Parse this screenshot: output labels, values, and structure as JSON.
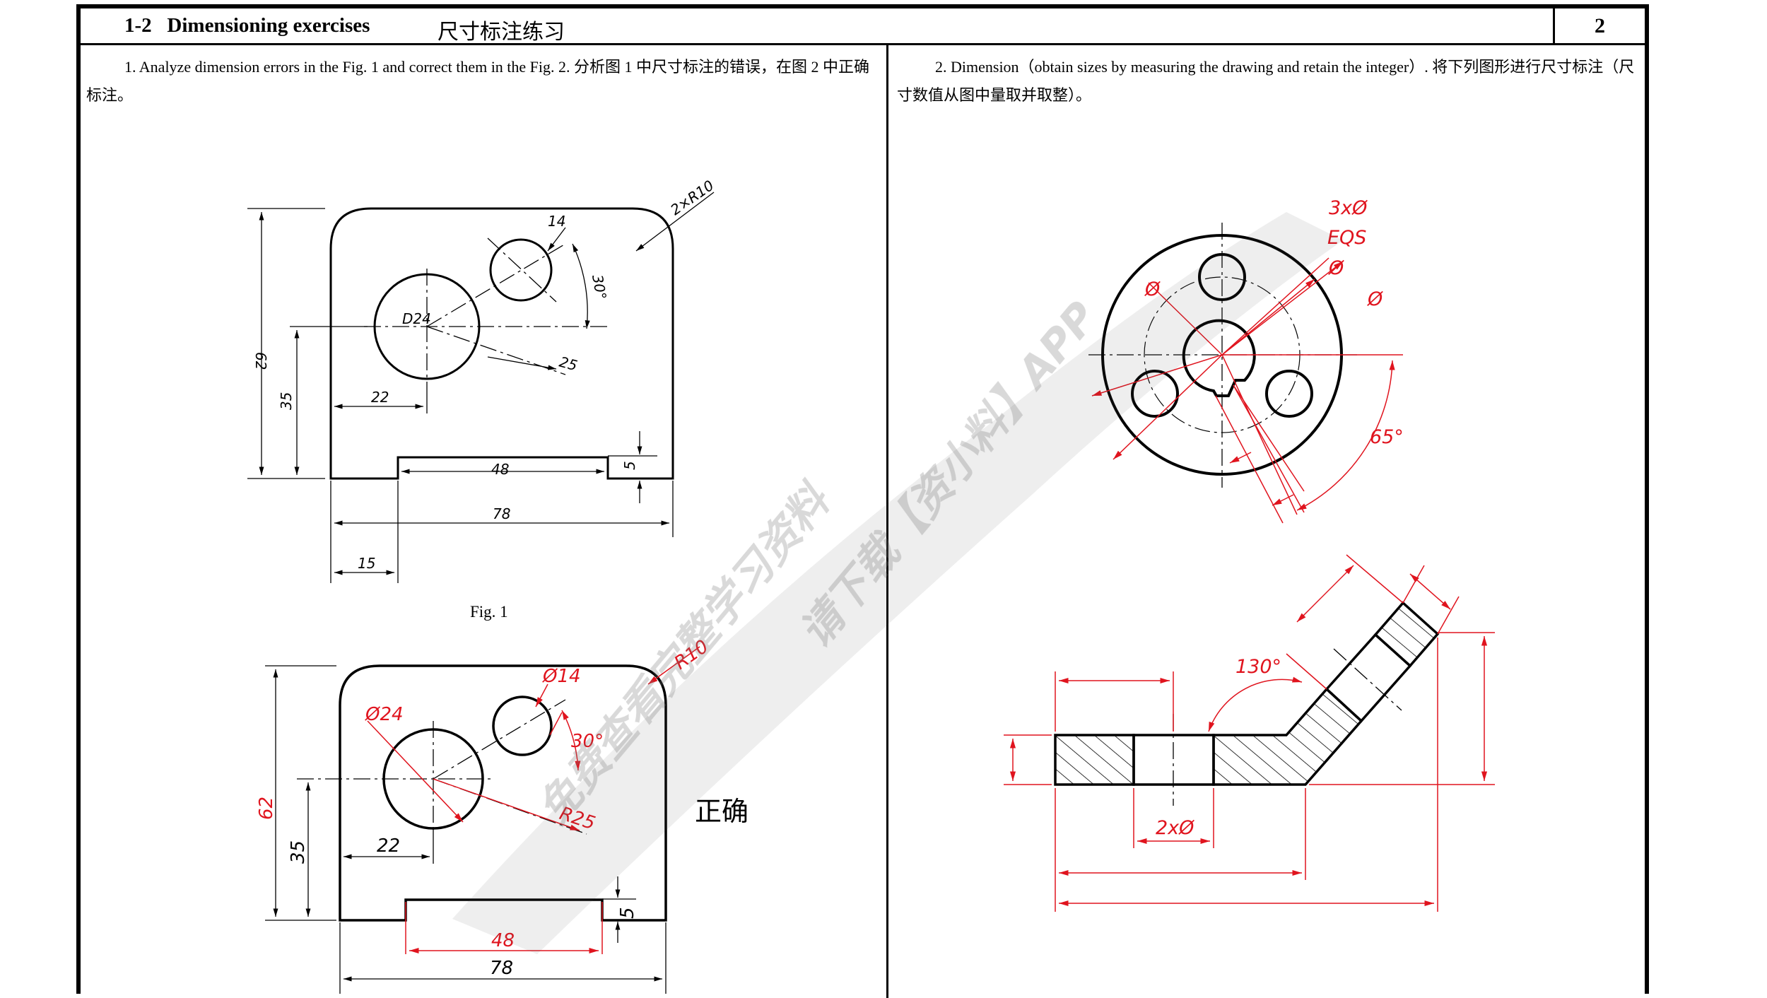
{
  "header": {
    "title": "1-2   Dimensioning exercises",
    "title_cn": "尺寸标注练习",
    "page_number": "2"
  },
  "question1": {
    "text": "1.  Analyze dimension errors in the Fig. 1 and correct them in the Fig. 2.    分析图 1 中尺寸标注的错误，在图 2 中正确标注。"
  },
  "question2": {
    "text": "2.  Dimension（obtain sizes by measuring the drawing and retain the integer）.    将下列图形进行尺寸标注（尺寸数值从图中量取并取整）。"
  },
  "fig1": {
    "caption": "Fig. 1",
    "labels": {
      "radius": "2×R10",
      "small_hole": "14",
      "angle": "30°",
      "big_hole": "D24",
      "radius_path": "25",
      "height": "62",
      "hole_height": "35",
      "hole_x": "22",
      "slot_width": "48",
      "slot_depth": "5",
      "total_width": "78",
      "slot_offset": "15"
    }
  },
  "fig2": {
    "note": "正确",
    "labels": {
      "radius": "R10",
      "small_hole": "Ø14",
      "angle": "30°",
      "big_hole": "Ø24",
      "radius_path": "R25",
      "height": "62",
      "hole_height": "35",
      "hole_x": "22",
      "slot_width": "48",
      "slot_depth": "5",
      "total_width": "78"
    }
  },
  "fig3": {
    "labels": {
      "holes": "3xØ",
      "eqs": "EQS",
      "dia_inner": "Ø",
      "dia_outer": "Ø",
      "dia_left": "Ø",
      "angle": "65°"
    }
  },
  "fig4": {
    "labels": {
      "angle": "130°",
      "holes": "2xØ"
    }
  },
  "watermark": {
    "line1": "免费查看完整学习资料",
    "line2": "请下载【资小料】APP"
  },
  "colors": {
    "annotation": "#e0141e",
    "line": "#000000"
  }
}
